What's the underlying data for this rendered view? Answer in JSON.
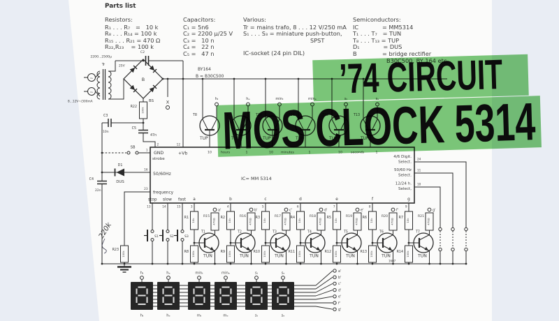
{
  "page": {
    "background": "#e9edf4",
    "paper": "#fbfbfa"
  },
  "banner": {
    "color": "#7cc87a",
    "line1": "’74 CIRCUIT",
    "line2": "MOS CLOCK 5314"
  },
  "parts_list": {
    "title": "Parts list",
    "columns": [
      {
        "heading": "Resistors:",
        "items": [
          "R₁ . . . R₇   =   10 k",
          "R₈ . . . R₁₄ = 100 k",
          "R₁₅ . . . R₂₁ = 470 Ω",
          "R₂₂,R₂₃    = 100 k"
        ]
      },
      {
        "heading": "Capacitors:",
        "items": [
          "C₁ = 5n6",
          "C₂ = 2200 µ/25 V",
          "C₃ =   10 n",
          "C₄ =   22 n",
          "C₅ =   47 n"
        ]
      },
      {
        "heading": "Various:",
        "items": [
          "Tr = mains trafo, 8 . . . 12 V/250 mA",
          "S₁ . . . S₃ = miniature push-button,",
          "SPST",
          "IC-socket (24 pin DIL)"
        ]
      },
      {
        "heading": "Semiconductors:",
        "items": [
          "IC             = MM5314",
          "T₁ . . . T₇   = TUN",
          "T₈ . . . T₁₃ = TUP",
          "D₁             = DUS",
          "B              = bridge rectifier",
          "B30C500, BY 164 etc."
        ]
      }
    ]
  },
  "sch": {
    "transformer": {
      "name": "Tr",
      "rating": "8...12V~/300mA",
      "ac": "~"
    },
    "c2": {
      "label": "C2",
      "value": "2200...2500µ",
      "voltage": "25V"
    },
    "bridge": {
      "label": "B",
      "sub": "BS",
      "type1": "BY164",
      "type2": "B = B30C500"
    },
    "x_terminal": "X",
    "r22": {
      "label": "R22",
      "value": "100k"
    },
    "c3": {
      "label": "C3",
      "value": "10n"
    },
    "c5": {
      "label": "C5",
      "value": "47n"
    },
    "sb": "SB",
    "d1": {
      "label": "D1",
      "value": "DUS"
    },
    "c4": {
      "label": "C4",
      "value": "22n"
    },
    "r23": {
      "label": "R23",
      "value": "100k"
    },
    "annotation": "220k",
    "ic": {
      "name": "IC= MM 5314",
      "pin_gnd": {
        "num": "2",
        "label": "GND"
      },
      "pin_strobe": {
        "num": "1",
        "label": "strobe"
      },
      "pin_vb": {
        "num": "12",
        "label": "+Vb"
      },
      "pin_hz": {
        "num": "16",
        "label": "50/60Hz"
      },
      "pin_freq": {
        "num": "23",
        "label": "frequency"
      },
      "freq_modes": [
        "stop",
        "slow",
        "fast"
      ],
      "freq_pins": [
        "13",
        "14",
        "15"
      ],
      "top_row": [
        "10",
        "hours",
        "1",
        "10",
        "minutes",
        "1",
        "10",
        "seconds",
        "1"
      ],
      "right_pins": [
        {
          "num": "24",
          "l1": "4/6 Digit.",
          "l2": "Select."
        },
        {
          "num": "11",
          "l1": "50/60 Hz",
          "l2": "Select."
        },
        {
          "num": "10",
          "l1": "12/24 h.",
          "l2": "Select,"
        }
      ],
      "seg_letters": [
        "a",
        "b",
        "c",
        "d",
        "e",
        "f",
        "g"
      ],
      "seg_pins": [
        "3",
        "4",
        "5",
        "6",
        "7",
        "8",
        "9"
      ]
    },
    "top_drivers": {
      "transistors": [
        "T8",
        "T9",
        "T10",
        "T11",
        "T12",
        "T13"
      ],
      "type": "TUP",
      "terminals": [
        "hₜ",
        "hₑ",
        "minₜ",
        "minₑ",
        "sₜ",
        "sₑ"
      ]
    },
    "stages": {
      "base_r": [
        "R1",
        "R2",
        "R3",
        "R4",
        "R5",
        "R6",
        "R7"
      ],
      "base_v": "10k",
      "col_r": [
        "R15",
        "R16",
        "R17",
        "R18",
        "R19",
        "R20",
        "R21"
      ],
      "col_v": "470Ω",
      "pull_r": [
        "R8",
        "R9",
        "R10",
        "R11",
        "R12",
        "R13",
        "R14"
      ],
      "pull_v": "100k",
      "transistors": [
        "T1",
        "T2",
        "T3",
        "T4",
        "T5",
        "T6",
        "T7"
      ],
      "type": "TUN",
      "outputs": [
        "a'",
        "b'",
        "c'",
        "d'",
        "e'",
        "f'",
        "g'"
      ]
    },
    "switches": [
      "S1",
      "S2",
      "S3"
    ],
    "displays": {
      "top_terms": [
        "hₜ",
        "hₑ",
        "minₜ",
        "minₑ",
        "sₜ",
        "sₑ"
      ],
      "bottom_labels": [
        "hₜ",
        "hₑ",
        "mₜ",
        "mₑ",
        "sₜ",
        "sₑ"
      ],
      "outputs": [
        "a'",
        "b'",
        "c'",
        "d'",
        "e'",
        "f'",
        "g'"
      ]
    },
    "ref_num": "1607"
  }
}
